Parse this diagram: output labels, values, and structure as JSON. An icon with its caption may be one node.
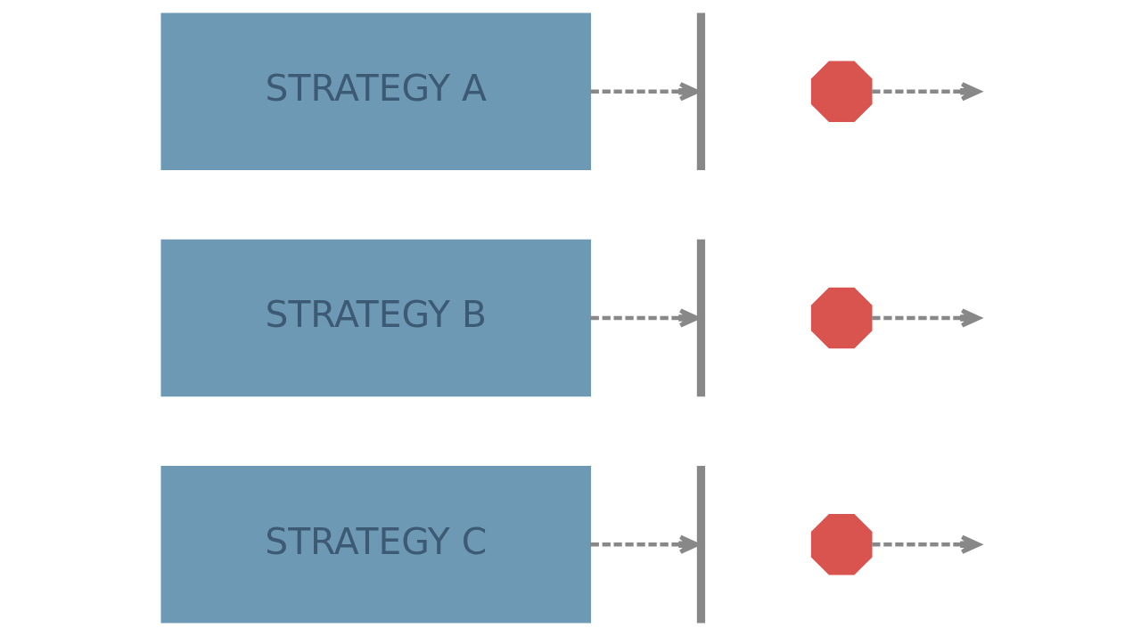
{
  "diagram": {
    "nodes": [
      {
        "text": [
          "STRATEGY A"
        ]
      },
      {
        "text": [],
        "shape": "bar"
      },
      {
        "text": [],
        "shape": "cross"
      },
      {
        "text": [
          "STRATEGY B"
        ]
      },
      {
        "text": [],
        "shape": "bar"
      },
      {
        "text": [],
        "shape": "cross"
      },
      {
        "text": [
          "STRATEGY C"
        ]
      },
      {
        "text": [],
        "shape": "bar"
      },
      {
        "text": [],
        "shape": "cross"
      }
    ],
    "edges": [
      {
        "from": 0,
        "to": 1,
        "arrow": "to",
        "style": "dashed"
      },
      {
        "from": 2,
        "to": null,
        "arrow": "to",
        "style": "dashed"
      },
      {
        "from": 3,
        "to": 4,
        "arrow": "to",
        "style": "dashed"
      },
      {
        "from": 5,
        "to": null,
        "arrow": "to",
        "style": "dashed"
      },
      {
        "from": 6,
        "to": 7,
        "arrow": "to",
        "style": "dashed"
      },
      {
        "from": 8,
        "to": null,
        "arrow": "to",
        "style": "dashed"
      }
    ]
  }
}
